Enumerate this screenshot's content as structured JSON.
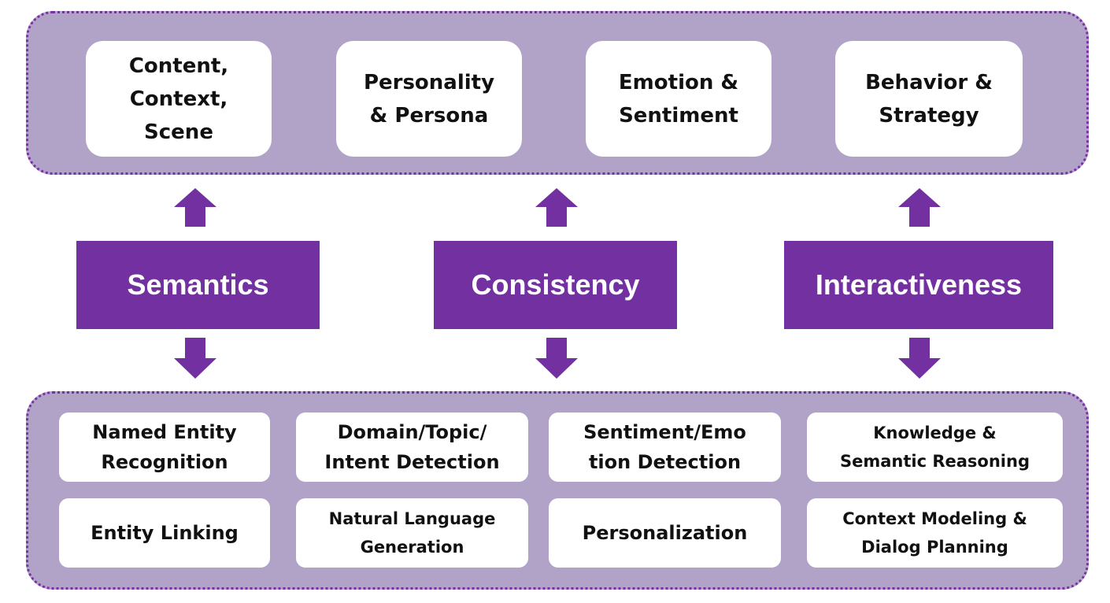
{
  "top_boxes": [
    "Content,\nContext,\nScene",
    "Personality\n& Persona",
    "Emotion &\nSentiment",
    "Behavior &\nStrategy"
  ],
  "pillars": [
    "Semantics",
    "Consistency",
    "Interactiveness"
  ],
  "bottom_boxes": {
    "row1": [
      "Named Entity\nRecognition",
      "Domain/Topic/\nIntent Detection",
      "Sentiment/Emo\ntion Detection",
      "Knowledge &\nSemantic Reasoning"
    ],
    "row2": [
      "Entity Linking",
      "Natural Language\nGeneration",
      "Personalization",
      "Context Modeling &\nDialog Planning"
    ]
  },
  "colors": {
    "panel": "#b1a2c8",
    "panel_border": "#7a2fa3",
    "pillar": "#7230a0",
    "arrow": "#7230a0"
  }
}
